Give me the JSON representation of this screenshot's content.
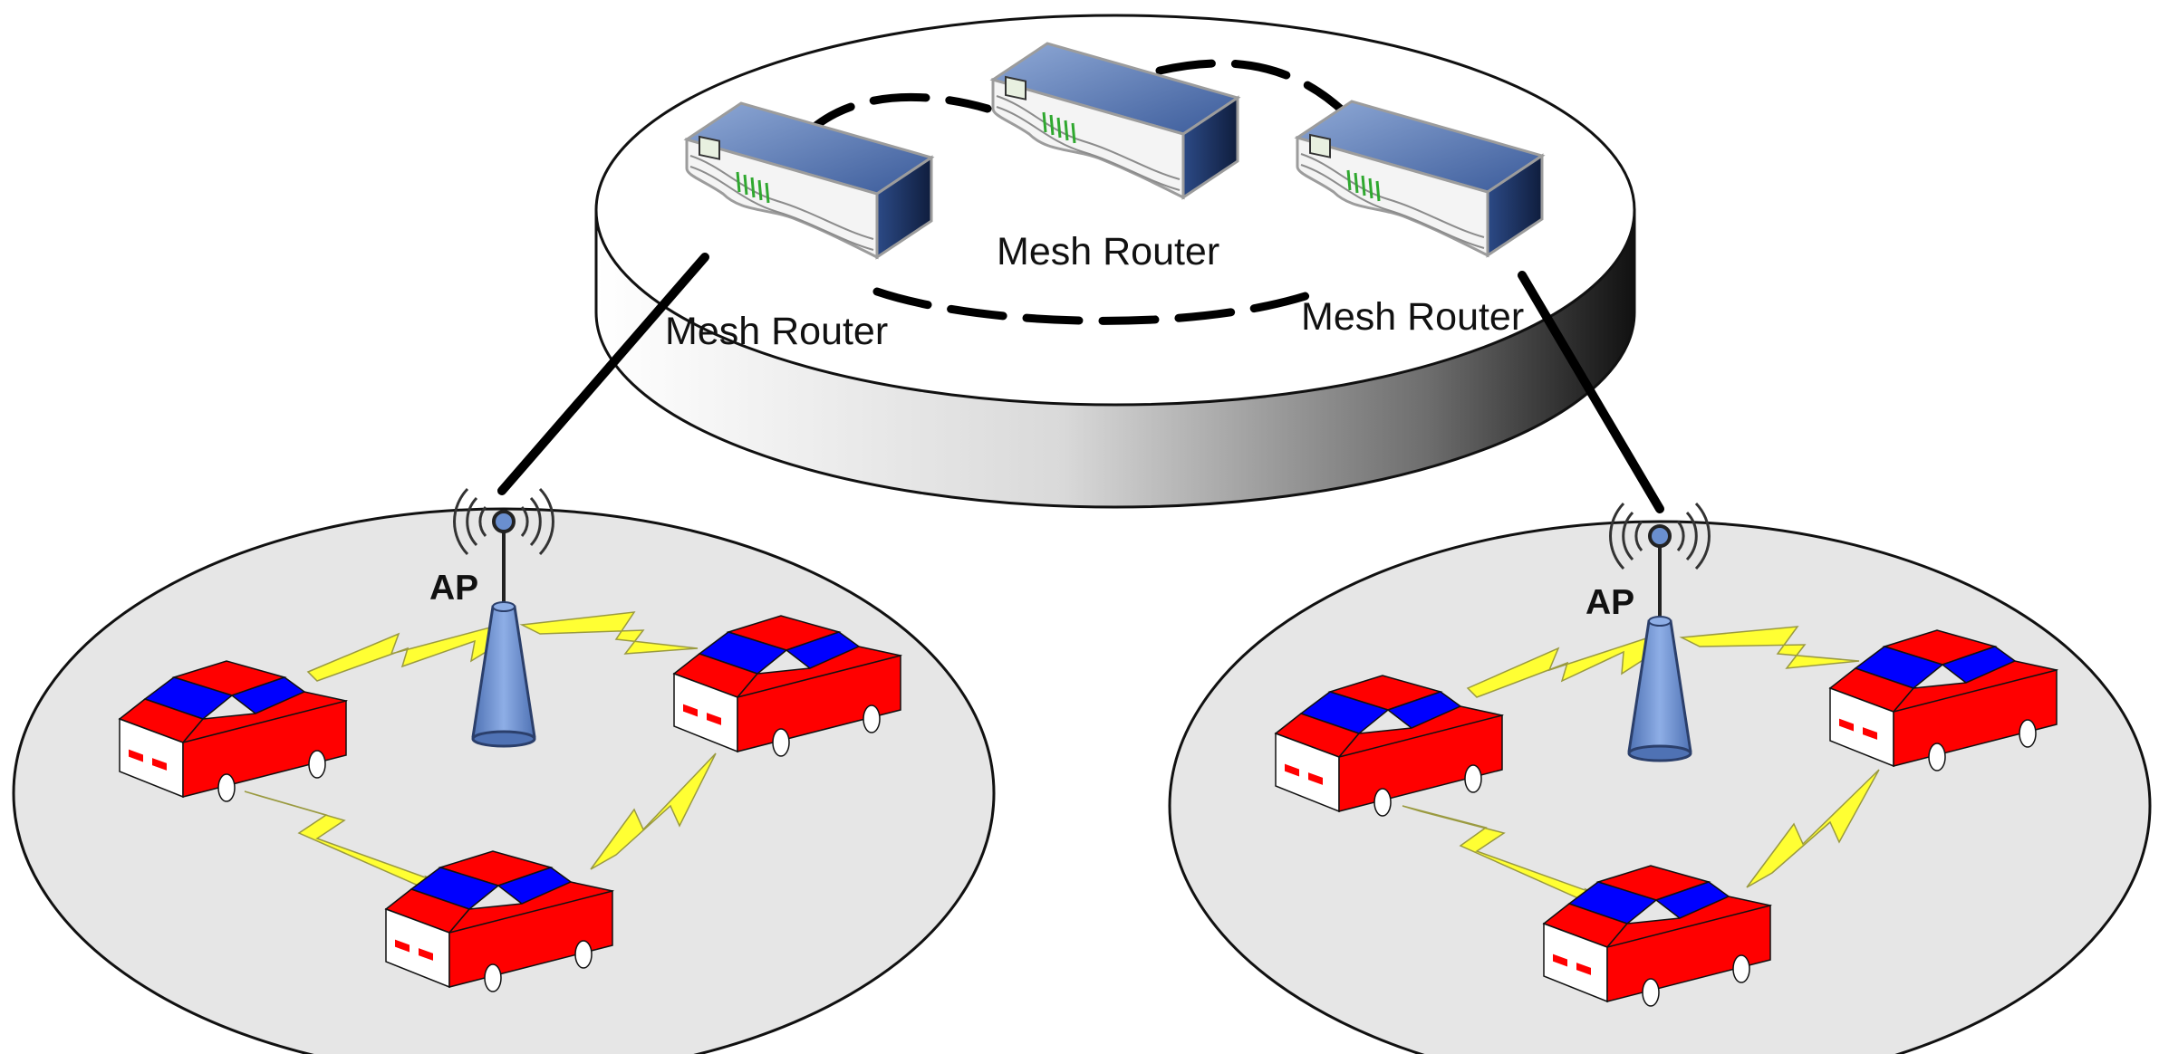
{
  "backbone": {
    "routers": [
      {
        "label": "Mesh Router"
      },
      {
        "label": "Mesh Router"
      },
      {
        "label": "Mesh Router"
      }
    ]
  },
  "cells": [
    {
      "ap_label": "AP",
      "vehicle_count": 3
    },
    {
      "ap_label": "AP",
      "vehicle_count": 3
    }
  ],
  "colors": {
    "car_body": "#ff0000",
    "car_window": "#0000ff",
    "lightning": "#ffff33",
    "router_top": "#5a7bb5",
    "router_dark": "#1c2f5c",
    "antenna_tower": "#6a8fcf",
    "cell_fill": "#e6e6e6",
    "led": "#2fa82f"
  }
}
